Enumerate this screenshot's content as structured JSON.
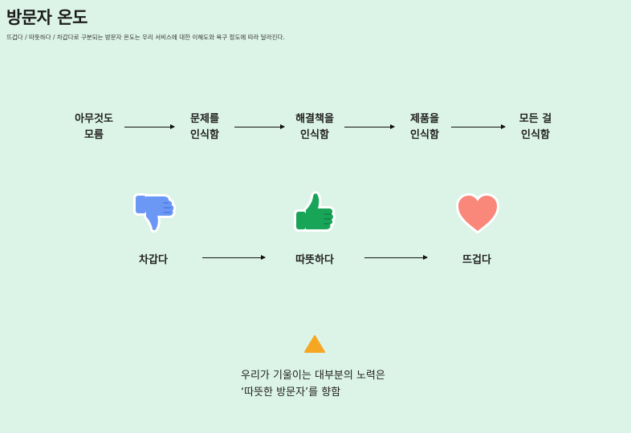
{
  "header": {
    "title": "방문자 온도",
    "subtitle": "뜨겁다 / 따뜻하다 / 차갑다로 구분되는 방문자 온도는 우리 서비스에 대한 이해도와 욕구 정도에 따라 달라진다."
  },
  "stages": [
    {
      "line1": "아무것도",
      "line2": "모름"
    },
    {
      "line1": "문제를",
      "line2": "인식함"
    },
    {
      "line1": "해결책을",
      "line2": "인식함"
    },
    {
      "line1": "제품을",
      "line2": "인식함"
    },
    {
      "line1": "모든 걸",
      "line2": "인식함"
    }
  ],
  "temperatures": [
    {
      "label": "차갑다",
      "icon": "thumbs-down-icon",
      "color": "#6b97f5"
    },
    {
      "label": "따뜻하다",
      "icon": "thumbs-up-icon",
      "color": "#18a558"
    },
    {
      "label": "뜨겁다",
      "icon": "heart-icon",
      "color": "#f9877a"
    }
  ],
  "goal": {
    "icon": "triangle-icon",
    "color": "#f5a623",
    "line1": "우리가 기울이는 대부분의 노력은",
    "line2": "‘따뜻한 방문자’를 향함"
  }
}
